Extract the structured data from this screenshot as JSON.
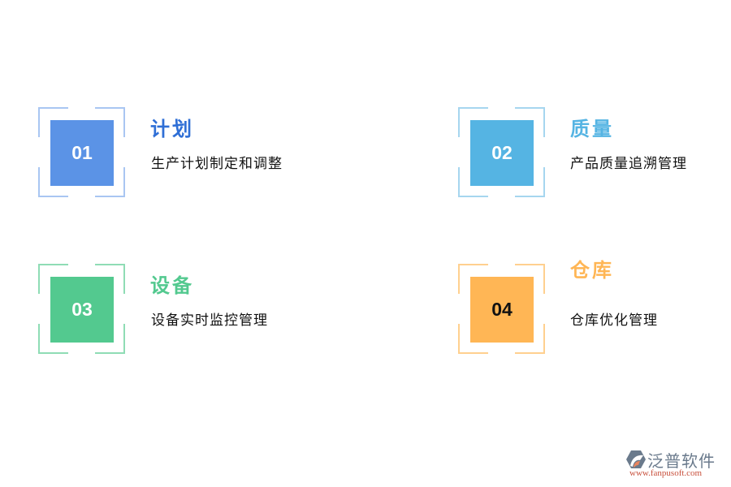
{
  "items": [
    {
      "number": "01",
      "title": "计划",
      "description": "生产计划制定和调整",
      "color": "#5b93e6",
      "frame_color": "#a9c6f2",
      "title_color": "#2f6fd6",
      "number_color": "#ffffff"
    },
    {
      "number": "02",
      "title": "质量",
      "description": "产品质量追溯管理",
      "color": "#55b4e3",
      "frame_color": "#a6d6ef",
      "title_color": "#55b4e3",
      "number_color": "#ffffff"
    },
    {
      "number": "03",
      "title": "设备",
      "description": "设备实时监控管理",
      "color": "#53c98f",
      "frame_color": "#8fdcb5",
      "title_color": "#53c98f",
      "number_color": "#ffffff"
    },
    {
      "number": "04",
      "title": "仓库",
      "description": "仓库优化管理",
      "color": "#ffb655",
      "frame_color": "#ffd08f",
      "title_color": "#ffb655",
      "number_color": "#111111"
    }
  ],
  "logo": {
    "name": "泛普软件",
    "url": "www.fanpusoft.com",
    "icon": "fanpu-logo-icon"
  }
}
